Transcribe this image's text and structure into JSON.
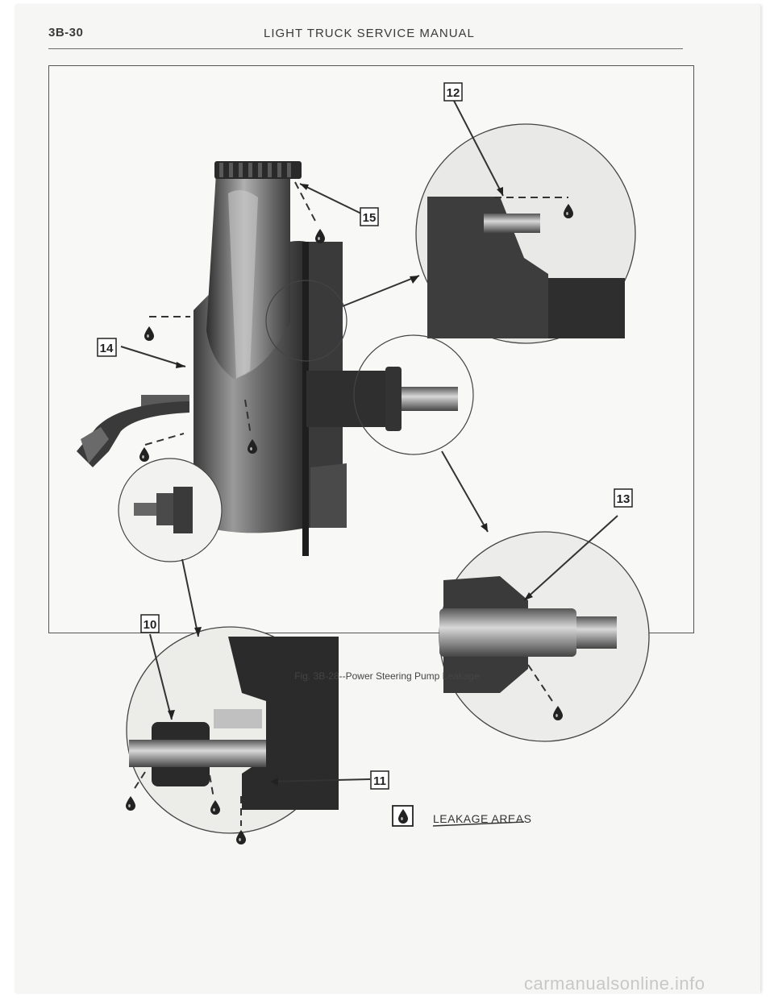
{
  "header": {
    "page_number": "3B-30",
    "manual_title": "LIGHT TRUCK SERVICE MANUAL"
  },
  "figure": {
    "callouts": [
      "12",
      "15",
      "14",
      "13",
      "10",
      "11"
    ],
    "legend_label": "LEAKAGE AREAS",
    "legend_icon": "oil-drop-icon"
  },
  "caption": "Fig. 3B-28--Power Steering Pump Leakage",
  "watermark": "carmanualsonline.info"
}
